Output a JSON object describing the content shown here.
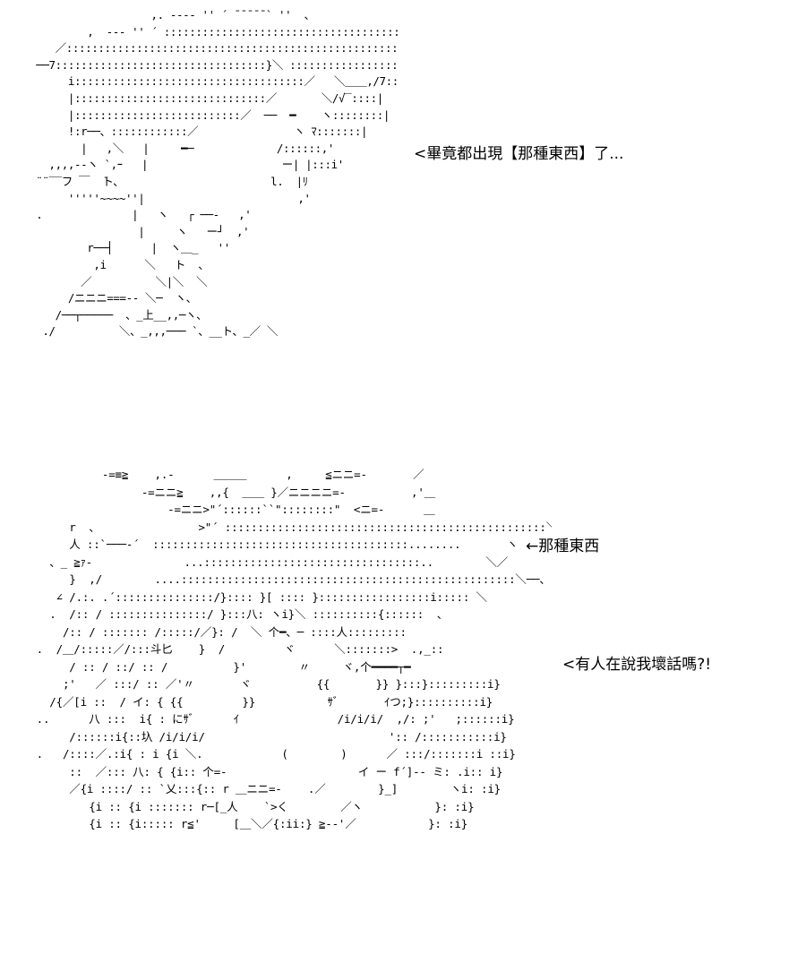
{
  "scene_top": {
    "art": "                    ,. ---- '' ´ ̄ ̄ ̄ ̄ ̄ ` ''  、\n          ,  --- '' ´ :::::::::::::::::::::::::::::::::::::: ` 、\n     ／::::::::::::::::::::::::::::::::::::::::::::::::::::::::::::::::::::::::: ＼\n  ──7:::::::::::::::::::::::::::::::::}＼ :::::::::::::::::::::::::::::::: ヽ\n       i::::::::::::::::::::::::::::::::::::／   ＼＿＿,/7::::i\n       |::::::::::::::::::::::::::::::／       ＼/√‾::::|\n       |::::::::::::::::::::::::::／  ──  ━    ヽ::::::::|\n       !:r──、::::::::::::／               ヽ ﾏ:::::::|\n         |   ,＼   |     ━─             /::::::,'\n    ,,,,--ヽ `,ｰ   |                     ー| |:::i'\n  ¨¨‾‾フ ￣  ̄ト、                       l.  |ﾘ\n       '''''~~~~''|                        ,'\n  .              |   ヽ   ┌ ──‐   ,'\n                  |     ヽ   ー┘  ,'\n          r──┤      |  ヽ＿_   ''\n           ,i      ＼   ト  、\n         ／          ＼|＼  ＼\n       /ニニニ===-- ＼─  ヽ、\n     /──┬─────  、_上__,,─ヽ、\n   ./          ＼、_,,,─── `、__ト、_／ ＼",
    "caption": "<畢竟都出現【那種東西】了..."
  },
  "scene_bottom": {
    "art": "            -=≡≧    ,.-      ＿＿＿      ,     ≦ニニ=-       ／\n                  -=ニニ≧    ,,{  ＿＿ }／ニニニニ=-          ,'＿\n                      -=ニニ>\"´::::::``\"::::::::\"  <ニ=-      ＿\n       r  、               >\"´ :::::::::::::::::::::::::::::::::::::::::::::::::＼\n       人 ::`───‐´  :::::::::::::::::::::::::::::::::::::::........       ヽ\n    、_ ≧ｧ‐              ...:::::::::::::::::::::::::::::::::..        ＼／\n       }  ,/        ....:::::::::::::::::::::::::::::::::::::::::::::::::::＼──、\n     ∠ /.:. .´:::::::::::::::/}:::: }[ :::: }:::::::::::::::::i::::: ＼\n    .  /:: / :::::::::::::::/ }:::八: ヽi}＼ ::::::::::{::::::  、\n      /:: / ::::::: /:::::/／}: /  ＼ 个━、─ ::::人:::::::::\n  .  /＿/:::::／/:::斗匕    }  /         ヾ      ＼:::::::>  .,_::\n       / :: / ::/ :: /          }'        〃     ヾ,个━━━━┬━\n      ;'   ／ :::/ :: ／'〃       ヾ          {{       }} }:::}:::::::::i}\n    /{／[i ::  / イ: { {{         }}           ｻﾞ       ｲつ;}::::::::::i}\n  ..      八 :::  i{ : にｻﾞ      ｲ               /i/i/i/  ,/: ;'   ;::::::i}\n       /::::::i{::圦 /i/i/i/                            ':: /:::::::::::i}\n  .   /::::／.:i{ : i {i ＼.            (        )      ／ :::/:::::::i ::i}\n       ::  ／::: 八: { {i:: 个=-                    イ ー f´]-- ミ: .i:: i}\n       ／{i ::::/ :: `乂:::{:: r ＿ニニ=-    .／        }_]        ヽi: :i}\n          {i :: {i ::::::: r─[_人    `>く        ／ヽ           }: :i}\n          {i :: {i::::: r≦'     [＿＼／{:ii:} ≧--'／           }: :i}",
    "caption_arrow": "←那種東西",
    "caption_speech": "<有人在說我壞話嗎?!"
  }
}
